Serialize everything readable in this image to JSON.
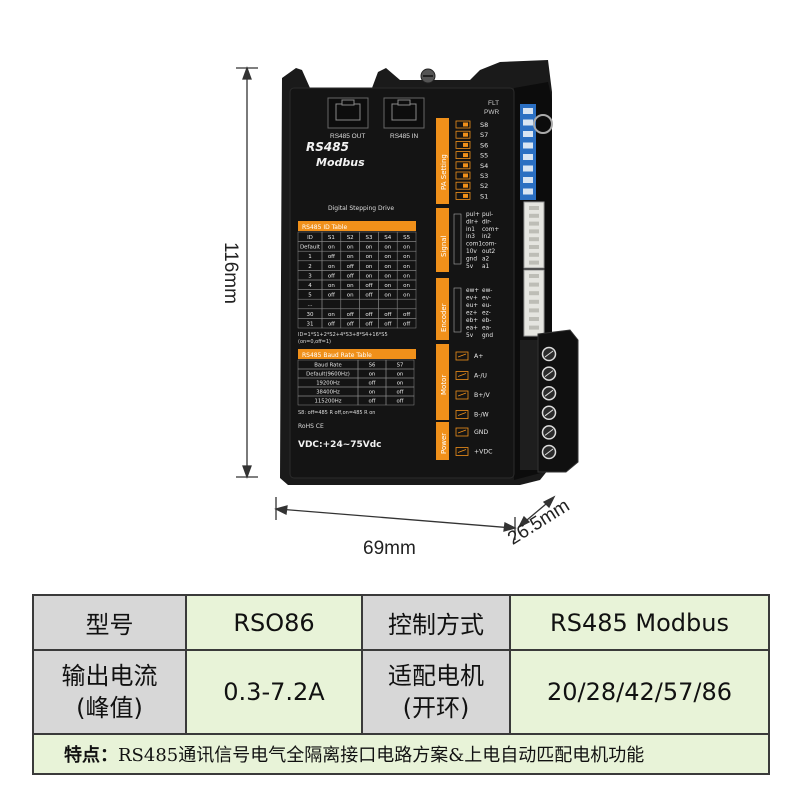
{
  "product": {
    "panel": {
      "port_out": "RS485 OUT",
      "port_in": "RS485 IN",
      "led_labels": [
        "FLT",
        "PWR"
      ],
      "brand": "RS485",
      "protocol": "Modbus",
      "subtitle": "Digital Stepping Drive",
      "id_table_title": "RS485 ID Table",
      "id_table_header": [
        "ID",
        "S1",
        "S2",
        "S3",
        "S4",
        "S5"
      ],
      "id_table_rows": [
        [
          "Default",
          "on",
          "on",
          "on",
          "on",
          "on"
        ],
        [
          "1",
          "off",
          "on",
          "on",
          "on",
          "on"
        ],
        [
          "2",
          "on",
          "off",
          "on",
          "on",
          "on"
        ],
        [
          "3",
          "off",
          "off",
          "on",
          "on",
          "on"
        ],
        [
          "4",
          "on",
          "on",
          "off",
          "on",
          "on"
        ],
        [
          "5",
          "off",
          "on",
          "off",
          "on",
          "on"
        ],
        [
          "...",
          "",
          "",
          "",
          "",
          ""
        ],
        [
          "30",
          "on",
          "off",
          "off",
          "off",
          "off"
        ],
        [
          "31",
          "off",
          "off",
          "off",
          "off",
          "off"
        ]
      ],
      "id_formula": "ID=1*S1+2*S2+4*S3+8*S4+16*S5",
      "id_formula_note": "(on=0,off=1)",
      "baud_table_title": "RS485 Baud Rate Table",
      "baud_table_header": [
        "Baud Rate",
        "S6",
        "S7"
      ],
      "baud_table_rows": [
        [
          "Default(9600Hz)",
          "on",
          "on"
        ],
        [
          "19200Hz",
          "off",
          "on"
        ],
        [
          "38400Hz",
          "on",
          "off"
        ],
        [
          "115200Hz",
          "off",
          "off"
        ]
      ],
      "baud_note": "S8: off=485 R off,on=485 R on",
      "rohs": "RoHS  CE",
      "vdc": "VDC:+24~75Vdc",
      "pa_setting_label": "PA Setting",
      "switch_labels": [
        "S8",
        "S7",
        "S6",
        "S5",
        "S4",
        "S3",
        "S2",
        "S1"
      ],
      "signal_label": "Signal",
      "signal_pins_left": [
        "pul+",
        "dir+",
        "in1",
        "in3",
        "com1",
        "10v",
        "gnd",
        "5v"
      ],
      "signal_pins_right": [
        "pul-",
        "dir-",
        "com+",
        "in2",
        "com-",
        "out2",
        "a2",
        "a1"
      ],
      "encoder_label": "Encoder",
      "encoder_pins_left": [
        "ew+",
        "ev+",
        "eu+",
        "ez+",
        "eb+",
        "ea+",
        "5v"
      ],
      "encoder_pins_right": [
        "ew-",
        "ev-",
        "eu-",
        "ez-",
        "eb-",
        "ea-",
        "gnd"
      ],
      "motor_label": "Motor",
      "motor_pins": [
        "A+",
        "A-/U",
        "B+/V",
        "B-/W"
      ],
      "power_label": "Power",
      "power_pins": [
        "GND",
        "+VDC"
      ]
    },
    "dimensions": {
      "height": "116mm",
      "width": "69mm",
      "depth": "26.5mm"
    }
  },
  "spec_table": {
    "row1": {
      "label1": "型号",
      "value1": "RSO86",
      "label2": "控制方式",
      "value2": "RS485 Modbus"
    },
    "row2": {
      "label1_line1": "输出电流",
      "label1_line2": "(峰值)",
      "value1": "0.3-7.2A",
      "label2_line1": "适配电机",
      "label2_line2": "(开环)",
      "value2": "20/28/42/57/86"
    },
    "features_label": "特点：",
    "features_text": "RS485通讯信号电气全隔离接口电路方案&上电自动匹配电机功能"
  },
  "colors": {
    "panel_black": "#141414",
    "accent_orange": "#f0901a",
    "feature_bg": "#e8f3d8",
    "label_bg": "#d7d7d7"
  }
}
